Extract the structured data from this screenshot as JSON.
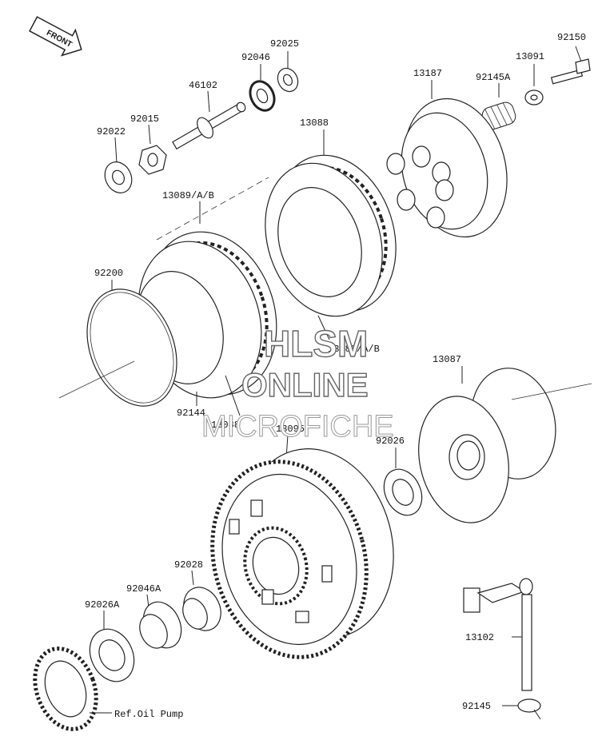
{
  "front_badge": "FRONT",
  "watermark": {
    "line1": "HLSM",
    "line2": "ONLINE",
    "line3": "MICROFICHE"
  },
  "parts": {
    "p92150": "92150",
    "p13091": "13091",
    "p92145A": "92145A",
    "p13187": "13187",
    "p92025": "92025",
    "p92046": "92046",
    "p46102": "46102",
    "p92015": "92015",
    "p92022": "92022",
    "p13088_top": "13088",
    "p13089_left": "13089/A/B",
    "p92200": "92200",
    "p13089_right": "13089/A/B",
    "p92144": "92144",
    "p13088_bottom": "13088",
    "p13087": "13087",
    "p92026": "92026",
    "p13095": "13095",
    "p92028": "92028",
    "p92046A": "92046A",
    "p92026A": "92026A",
    "p13102": "13102",
    "p92145": "92145",
    "ref_oil_pump": "Ref.Oil Pump"
  }
}
